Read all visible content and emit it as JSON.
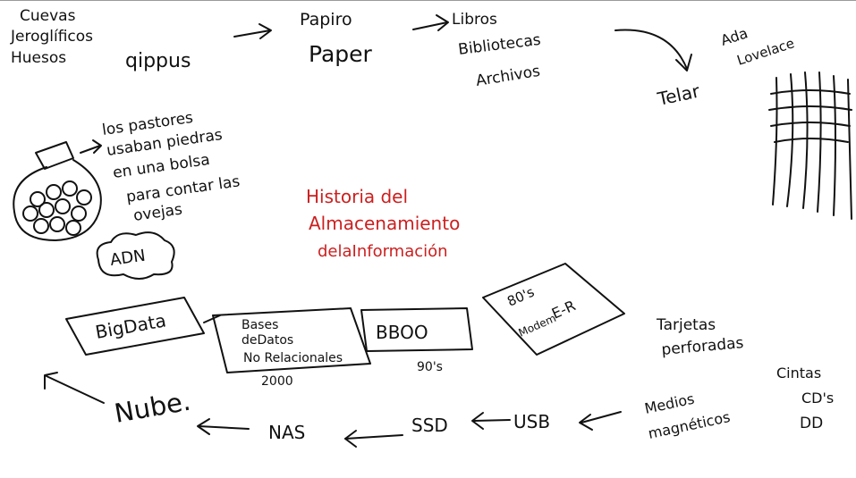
{
  "notes": {
    "top_left_1": "Cuevas",
    "top_left_2": "Jeroglíficos",
    "top_left_3": "Huesos",
    "quipus": "qippus",
    "papiro": "Papiro",
    "paper": "Paper",
    "libros": "Libros",
    "bibliotecas": "Bibliotecas",
    "archivos": "Archivos",
    "telar": "Telar",
    "ada_1": "Ada",
    "ada_2": "Lovelace",
    "pastores_1": "los pastores",
    "pastores_2": "usaban piedras",
    "pastores_3": "en una bolsa",
    "pastores_4": "para contar las",
    "pastores_5": "ovejas",
    "adn": "ADN",
    "bigdata": "BigData",
    "bd_1": "Bases",
    "bd_2": "deDatos",
    "bd_3": "No Relacionales",
    "year_2000": "2000",
    "bbs": "BBOO",
    "nineties": "90's",
    "eighties_1": "80's",
    "eighties_2": "Modem",
    "eighties_3": "E-R",
    "tarjetas_1": "Tarjetas",
    "tarjetas_2": "perforadas",
    "cintas_1": "Cintas",
    "cintas_2": "CD's",
    "cintas_3": "DD",
    "medios_1": "Medios",
    "medios_2": "magnéticos",
    "usb": "USB",
    "ssd": "SSD",
    "nas": "NAS",
    "nube": "Nube."
  },
  "title": {
    "line1": "Historia del",
    "line2": "Almacenamiento",
    "line3": "delaInformación"
  },
  "colors": {
    "ink": "#111111",
    "title_red": "#cc1f1f",
    "background": "#ffffff"
  }
}
